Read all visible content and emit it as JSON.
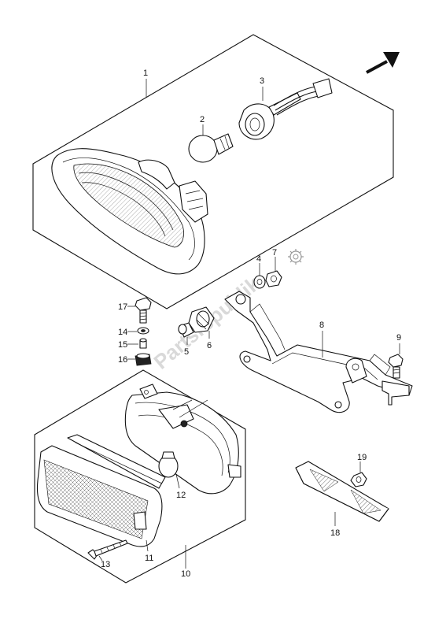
{
  "callouts": {
    "p1": "1",
    "p2": "2",
    "p3": "3",
    "p4": "4",
    "p5": "5",
    "p6": "6",
    "p7": "7",
    "p8": "8",
    "p9": "9",
    "p10": "10",
    "p11": "11",
    "p12": "12",
    "p13": "13",
    "p14": "14",
    "p15": "15",
    "p16": "16",
    "p17": "17",
    "p18": "18",
    "p19": "19"
  },
  "watermark": "Partsrepublik",
  "colors": {
    "line": "#111111",
    "background": "#ffffff",
    "watermark": "#d9d9d9"
  },
  "icons": {
    "direction": "front-arrow-icon",
    "gear": "gear-icon"
  }
}
